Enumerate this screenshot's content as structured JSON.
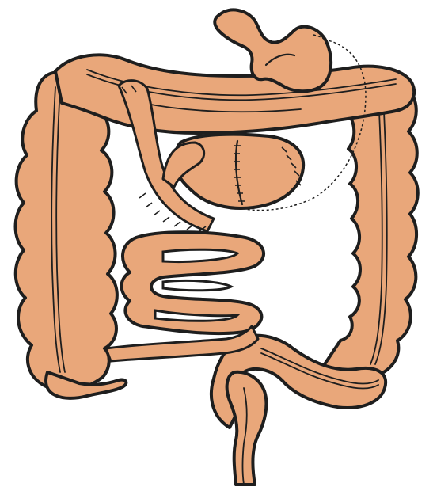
{
  "figure": {
    "organ_color": "#E9A77A",
    "outline_color": "#1E1E1E",
    "background_color": "#FFFFFF",
    "structures": [
      {
        "name": "stomach-remnant"
      },
      {
        "name": "transverse-colon"
      },
      {
        "name": "ascending-colon"
      },
      {
        "name": "descending-colon"
      },
      {
        "name": "sigmoid-colon"
      },
      {
        "name": "rectum"
      },
      {
        "name": "small-intestine-loops"
      },
      {
        "name": "roux-limb"
      },
      {
        "name": "terminal-ileum"
      },
      {
        "name": "gastrojejunal-anastomosis"
      },
      {
        "name": "resected-area-outline"
      }
    ]
  }
}
